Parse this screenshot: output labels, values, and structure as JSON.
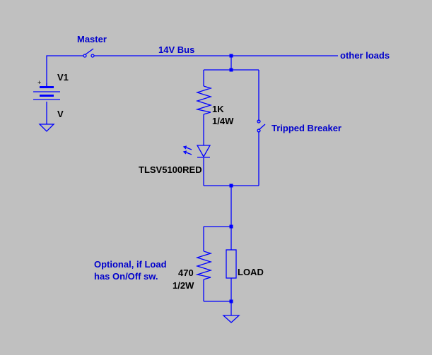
{
  "colors": {
    "background": "#c0c0c0",
    "wire": "#0000ff",
    "net_label": "#0000cc",
    "component_label": "#000000"
  },
  "labels": {
    "master_switch": "Master",
    "bus": "14V Bus",
    "other_loads": "other loads",
    "battery_name": "V1",
    "battery_value": "V",
    "battery_plus": "+",
    "resistor1_value": "1K",
    "resistor1_power": "1/4W",
    "breaker": "Tripped Breaker",
    "led_part": "TLSV5100RED",
    "note_line1": "Optional, if Load",
    "note_line2": "has On/Off sw.",
    "resistor2_value": "470",
    "resistor2_power": "1/2W",
    "load": "LOAD"
  }
}
